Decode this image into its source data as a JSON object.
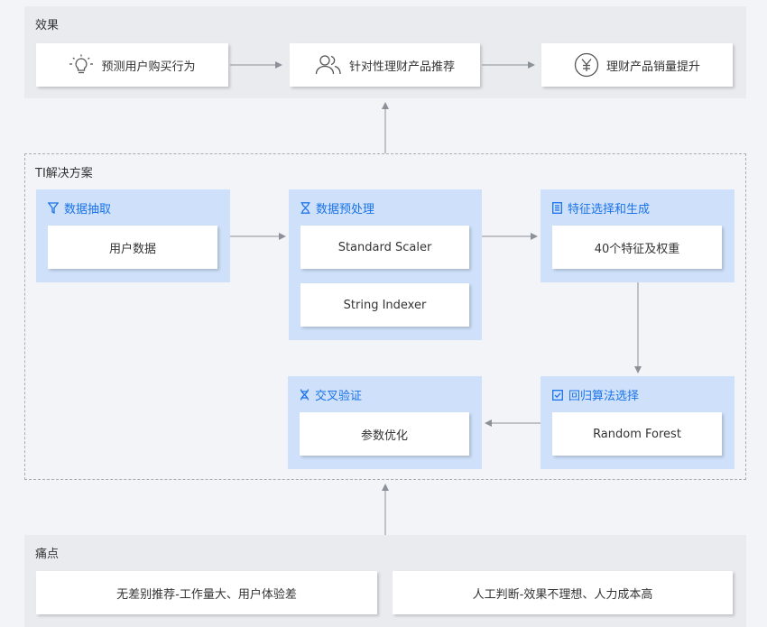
{
  "effect": {
    "title": "效果",
    "cards": [
      {
        "label": "预测用户购买行为",
        "icon": "lightbulb-icon"
      },
      {
        "label": "针对性理财产品推荐",
        "icon": "users-icon"
      },
      {
        "label": "理财产品销量提升",
        "icon": "yen-icon"
      }
    ]
  },
  "solution": {
    "title": "TI解决方案",
    "groups": [
      {
        "title": "数据抽取",
        "icon": "funnel-icon",
        "items": [
          "用户数据"
        ]
      },
      {
        "title": "数据预处理",
        "icon": "hourglass-icon",
        "items": [
          "Standard Scaler",
          "String Indexer"
        ]
      },
      {
        "title": "特征选择和生成",
        "icon": "list-icon",
        "items": [
          "40个特征及权重"
        ]
      },
      {
        "title": "回归算法选择",
        "icon": "checkbox-icon",
        "items": [
          "Random Forest"
        ]
      },
      {
        "title": "交叉验证",
        "icon": "dna-icon",
        "items": [
          "参数优化"
        ]
      }
    ]
  },
  "pain": {
    "title": "痛点",
    "cards": [
      "无差别推荐-工作量大、用户体验差",
      "人工判断-效果不理想、人力成本高"
    ]
  },
  "colors": {
    "accent": "#1a73e8",
    "group_bg": "#cfe1fa",
    "panel_bg": "#e9ebef",
    "arrow": "#8c9199"
  }
}
